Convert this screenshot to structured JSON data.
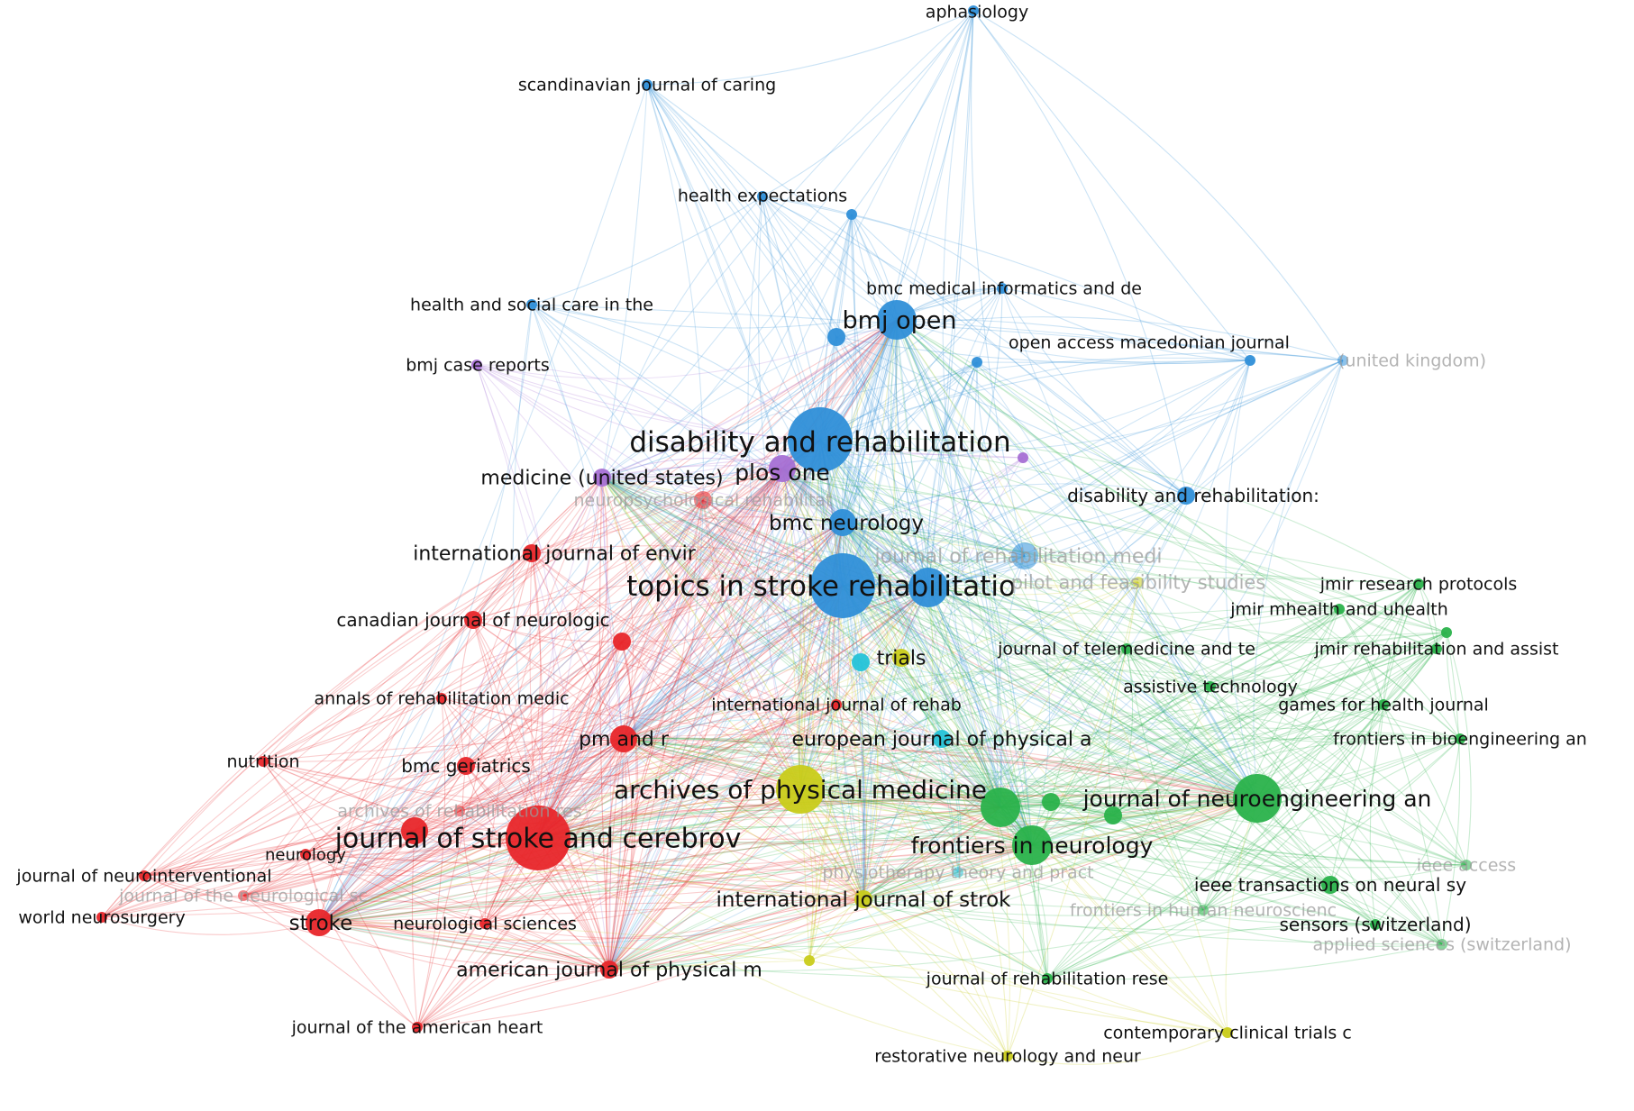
{
  "colors": {
    "red": "#e8262a",
    "blue": "#2f8fd8",
    "green": "#2ab24b",
    "yellow": "#c9cc1a",
    "cyan": "#25c3d8",
    "purple": "#a670d4"
  },
  "nodes": [
    {
      "id": "aphasiology",
      "label": "aphasiology",
      "cluster": "blue",
      "weight": 1,
      "fade": false
    },
    {
      "id": "scand",
      "label": "scandinavian journal of caring",
      "cluster": "blue",
      "weight": 1,
      "fade": false
    },
    {
      "id": "healthexp",
      "label": "health expectations",
      "cluster": "blue",
      "weight": 1,
      "fade": false
    },
    {
      "id": "bluesmall1",
      "label": "",
      "cluster": "blue",
      "weight": 1,
      "fade": false
    },
    {
      "id": "hsc",
      "label": "health and social care in the",
      "cluster": "blue",
      "weight": 1,
      "fade": false
    },
    {
      "id": "bmcmi",
      "label": "bmc medical informatics and de",
      "cluster": "blue",
      "weight": 1,
      "fade": false
    },
    {
      "id": "bmjopen",
      "label": "bmj open",
      "cluster": "blue",
      "weight": 4,
      "fade": false
    },
    {
      "id": "bluesmall2",
      "label": "",
      "cluster": "blue",
      "weight": 2,
      "fade": false
    },
    {
      "id": "oamj",
      "label": "open access macedonian journal",
      "cluster": "blue",
      "weight": 1,
      "fade": false
    },
    {
      "id": "ukfaint",
      "label": "(united kingdom)",
      "cluster": "blue",
      "weight": 1,
      "fade": true
    },
    {
      "id": "bluesmall3",
      "label": "",
      "cluster": "blue",
      "weight": 1,
      "fade": false
    },
    {
      "id": "bmjcase",
      "label": "bmj case reports",
      "cluster": "purple",
      "weight": 1,
      "fade": false
    },
    {
      "id": "disrehab",
      "label": "disability and rehabilitation",
      "cluster": "blue",
      "weight": 6,
      "fade": false
    },
    {
      "id": "plosone",
      "label": "plos one",
      "cluster": "purple",
      "weight": 3,
      "fade": false
    },
    {
      "id": "medus",
      "label": "medicine (united states)",
      "cluster": "purple",
      "weight": 2,
      "fade": false
    },
    {
      "id": "purplesmall",
      "label": "",
      "cluster": "purple",
      "weight": 1,
      "fade": false
    },
    {
      "id": "neuropsych",
      "label": "neuropsychological rehabilitat",
      "cluster": "red",
      "weight": 2,
      "fade": true
    },
    {
      "id": "disrehabat",
      "label": "disability and rehabilitation:",
      "cluster": "blue",
      "weight": 2,
      "fade": false
    },
    {
      "id": "bmcneuro",
      "label": "bmc neurology",
      "cluster": "blue",
      "weight": 3,
      "fade": false
    },
    {
      "id": "jrm",
      "label": "journal of rehabilitation medi",
      "cluster": "blue",
      "weight": 3,
      "fade": true
    },
    {
      "id": "ijenvir",
      "label": "international journal of envir",
      "cluster": "red",
      "weight": 2,
      "fade": false
    },
    {
      "id": "tsr",
      "label": "topics in stroke rehabilitatio",
      "cluster": "blue",
      "weight": 6,
      "fade": false
    },
    {
      "id": "bluebig2",
      "label": "",
      "cluster": "blue",
      "weight": 4,
      "fade": false
    },
    {
      "id": "pilot",
      "label": "pilot and feasibility studies",
      "cluster": "yellow",
      "weight": 1,
      "fade": true
    },
    {
      "id": "jmirrp",
      "label": "jmir research protocols",
      "cluster": "green",
      "weight": 1,
      "fade": false
    },
    {
      "id": "jmirmh",
      "label": "jmir mhealth and uhealth",
      "cluster": "green",
      "weight": 1,
      "fade": false
    },
    {
      "id": "cjns",
      "label": "canadian journal of neurologic",
      "cluster": "red",
      "weight": 2,
      "fade": false
    },
    {
      "id": "redsmall1",
      "label": "",
      "cluster": "red",
      "weight": 2,
      "fade": false
    },
    {
      "id": "trials",
      "label": "trials",
      "cluster": "yellow",
      "weight": 2,
      "fade": false
    },
    {
      "id": "trialscyan",
      "label": "",
      "cluster": "cyan",
      "weight": 2,
      "fade": false
    },
    {
      "id": "jtt",
      "label": "journal of telemedicine and te",
      "cluster": "green",
      "weight": 1,
      "fade": false
    },
    {
      "id": "jmirra",
      "label": "jmir rehabilitation and assist",
      "cluster": "green",
      "weight": 1,
      "fade": false
    },
    {
      "id": "greenfaint1",
      "label": "",
      "cluster": "green",
      "weight": 1,
      "fade": false
    },
    {
      "id": "assistech",
      "label": "assistive technology",
      "cluster": "green",
      "weight": 1,
      "fade": false
    },
    {
      "id": "annrehab",
      "label": "annals of rehabilitation medic",
      "cluster": "red",
      "weight": 1,
      "fade": false
    },
    {
      "id": "ijrehab",
      "label": "international journal of rehab",
      "cluster": "red",
      "weight": 1,
      "fade": false
    },
    {
      "id": "games",
      "label": "games for health journal",
      "cluster": "green",
      "weight": 1,
      "fade": false
    },
    {
      "id": "pmr",
      "label": "pm and r",
      "cluster": "red",
      "weight": 3,
      "fade": false
    },
    {
      "id": "ejpa",
      "label": "european journal of physical a",
      "cluster": "cyan",
      "weight": 2,
      "fade": false
    },
    {
      "id": "frontbio",
      "label": "frontiers in bioengineering an",
      "cluster": "green",
      "weight": 1,
      "fade": false
    },
    {
      "id": "nutrition",
      "label": "nutrition",
      "cluster": "red",
      "weight": 1,
      "fade": false
    },
    {
      "id": "bmcger",
      "label": "bmc geriatrics",
      "cluster": "red",
      "weight": 2,
      "fade": false
    },
    {
      "id": "apmr",
      "label": "archives of physical medicine",
      "cluster": "yellow",
      "weight": 5,
      "fade": false
    },
    {
      "id": "jne",
      "label": "journal of neuroengineering an",
      "cluster": "green",
      "weight": 5,
      "fade": false
    },
    {
      "id": "greenmid1",
      "label": "",
      "cluster": "green",
      "weight": 4,
      "fade": false
    },
    {
      "id": "greenmid2",
      "label": "",
      "cluster": "green",
      "weight": 2,
      "fade": false
    },
    {
      "id": "greenmid3",
      "label": "",
      "cluster": "green",
      "weight": 2,
      "fade": false
    },
    {
      "id": "archrehab",
      "label": "archives of rehabilitation res",
      "cluster": "red",
      "weight": 1,
      "fade": true
    },
    {
      "id": "jscd",
      "label": "journal of stroke and cerebrov",
      "cluster": "red",
      "weight": 6,
      "fade": false
    },
    {
      "id": "redmid1",
      "label": "",
      "cluster": "red",
      "weight": 3,
      "fade": false
    },
    {
      "id": "frontneuro",
      "label": "frontiers in neurology",
      "cluster": "green",
      "weight": 4,
      "fade": false
    },
    {
      "id": "neurology",
      "label": "neurology",
      "cluster": "red",
      "weight": 1,
      "fade": false
    },
    {
      "id": "jni",
      "label": "journal of neurointerventional",
      "cluster": "red",
      "weight": 1,
      "fade": false
    },
    {
      "id": "ptp",
      "label": "physiotherapy theory and pract",
      "cluster": "cyan",
      "weight": 1,
      "fade": true
    },
    {
      "id": "jneurosci",
      "label": "journal of the neurological sc",
      "cluster": "red",
      "weight": 1,
      "fade": true
    },
    {
      "id": "ieeetn",
      "label": "ieee transactions on neural sy",
      "cluster": "green",
      "weight": 2,
      "fade": false
    },
    {
      "id": "ijstrok",
      "label": "international journal of strok",
      "cluster": "yellow",
      "weight": 2,
      "fade": false
    },
    {
      "id": "frontneurosci",
      "label": "frontiers in human neuroscienc",
      "cluster": "green",
      "weight": 1,
      "fade": true
    },
    {
      "id": "ieeeaccess",
      "label": "ieee access",
      "cluster": "green",
      "weight": 1,
      "fade": true
    },
    {
      "id": "worldneuro",
      "label": "world neurosurgery",
      "cluster": "red",
      "weight": 1,
      "fade": false
    },
    {
      "id": "stroke",
      "label": "stroke",
      "cluster": "red",
      "weight": 3,
      "fade": false
    },
    {
      "id": "neurosci",
      "label": "neurological sciences",
      "cluster": "red",
      "weight": 1,
      "fade": false
    },
    {
      "id": "sensors",
      "label": "sensors (switzerland)",
      "cluster": "green",
      "weight": 1,
      "fade": false
    },
    {
      "id": "applsci",
      "label": "applied sciences (switzerland)",
      "cluster": "green",
      "weight": 1,
      "fade": true
    },
    {
      "id": "ajpm",
      "label": "american journal of physical m",
      "cluster": "red",
      "weight": 2,
      "fade": false
    },
    {
      "id": "yellowsmall",
      "label": "",
      "cluster": "yellow",
      "weight": 1,
      "fade": false
    },
    {
      "id": "jrrd",
      "label": "journal of rehabilitation rese",
      "cluster": "green",
      "weight": 1,
      "fade": false
    },
    {
      "id": "jaha",
      "label": "journal of the american heart",
      "cluster": "red",
      "weight": 1,
      "fade": false
    },
    {
      "id": "contemp",
      "label": "contemporary clinical trials c",
      "cluster": "yellow",
      "weight": 1,
      "fade": false
    },
    {
      "id": "restor",
      "label": "restorative neurology and neur",
      "cluster": "yellow",
      "weight": 1,
      "fade": false
    }
  ]
}
